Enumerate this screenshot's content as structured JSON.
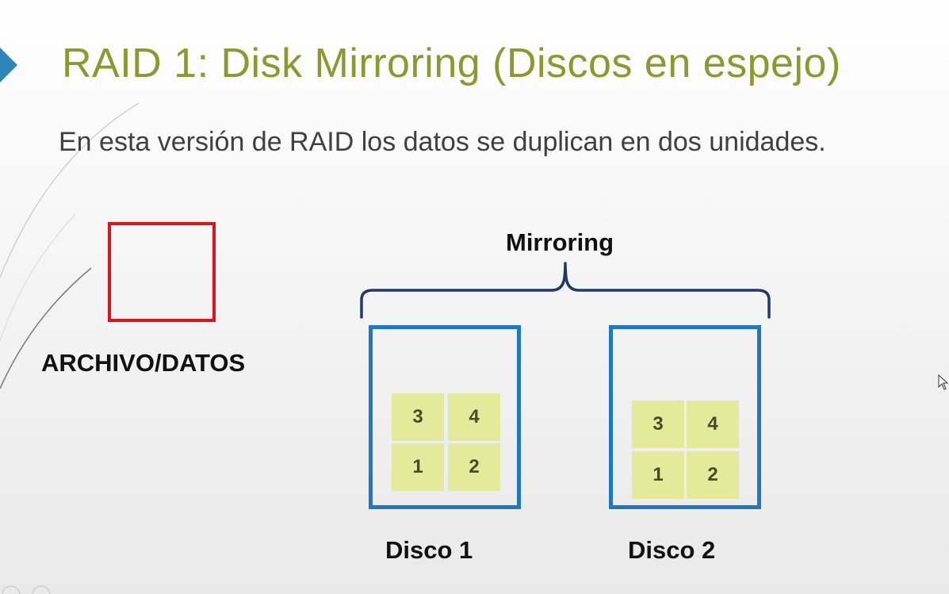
{
  "slide": {
    "title": "RAID 1: Disk Mirroring (Discos en espejo)",
    "subtitle": "En esta versión de RAID los datos se duplican en dos unidades.",
    "file_label": "ARCHIVO/DATOS",
    "mirroring_label": "Mirroring",
    "disks": [
      {
        "label": "Disco 1",
        "blocks": [
          "3",
          "4",
          "1",
          "2"
        ]
      },
      {
        "label": "Disco 2",
        "blocks": [
          "3",
          "4",
          "1",
          "2"
        ]
      }
    ]
  },
  "colors": {
    "title": "#8b9a2e",
    "file_border": "#e0131b",
    "disk_border": "#1f78c4",
    "brace": "#1f3a6a",
    "block_fill": "#e3eb9a",
    "nav_arrow": "#2e86b8"
  },
  "icons": {
    "nav_arrow": "triangle-right-icon",
    "cursor": "mouse-pointer-icon"
  }
}
